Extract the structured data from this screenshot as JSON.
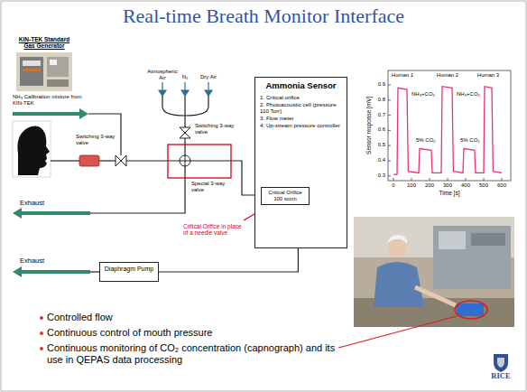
{
  "diagram": {
    "title": "Real-time Breath Monitor Interface",
    "nodes": [
      {
        "text": [
          "KIN-TEK Standard Gas Generator"
        ]
      },
      {
        "text": [
          "Ammonia Sensor",
          "1. Critical orifice",
          "2. Photoacoustic cell (pressure 110 Torr)",
          "3. Flow meter",
          "4. Up-stream pressure controller"
        ]
      },
      {
        "text": [
          "Critical Orifice 100 sccm"
        ],
        "in": 1
      },
      {
        "text": [
          "Diaphragm Pump"
        ]
      }
    ],
    "edges": [
      {
        "from": 1,
        "to": 3,
        "arrow": "none"
      }
    ],
    "labels": [
      "NH₃ Calibration mixture from KIN-TEK",
      "Atmospheric Air",
      "N₂",
      "Dry Air",
      "Switching 3-way valve",
      "Switching 3-way valve",
      "Special 3-way valve",
      "Exhaust",
      "Critical Orifice in place of a needle valve",
      "Exhaust",
      "Human 1",
      "Human 2",
      "Human 3",
      "NH₃+CO₂",
      "5% CO₂",
      "NH₃+CO₂",
      "5% CO₂",
      "Sensor response [mV]",
      "0.9",
      "0.8",
      "0.7",
      "0.6",
      "0.5",
      "0.4",
      "0.3",
      "0",
      "100",
      "200",
      "300",
      "400",
      "500",
      "600",
      "Time [s]",
      "Controlled flow",
      "Continuous control of mouth pressure",
      "Continuous monitoring of CO₂ concentration (capnograph) and its use in QEPAS data processing",
      "RICE"
    ]
  }
}
